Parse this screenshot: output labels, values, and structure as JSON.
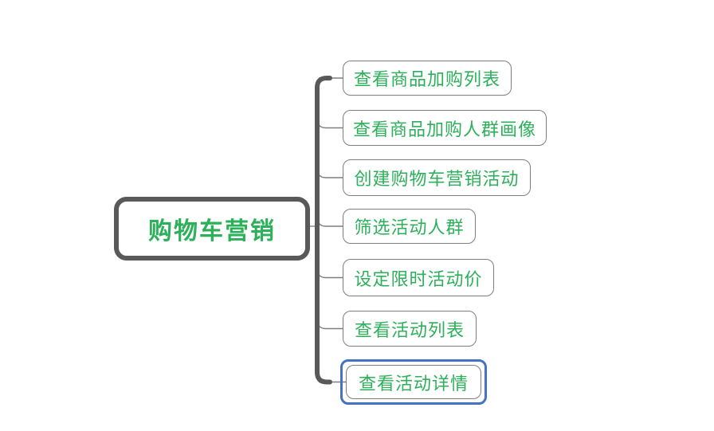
{
  "mindmap": {
    "root": {
      "label": "购物车营销"
    },
    "children": [
      {
        "label": "查看商品加购列表"
      },
      {
        "label": "查看商品加购人群画像"
      },
      {
        "label": "创建购物车营销活动"
      },
      {
        "label": "筛选活动人群"
      },
      {
        "label": "设定限时活动价"
      },
      {
        "label": "查看活动列表"
      },
      {
        "label": "查看活动详情"
      }
    ],
    "selected_child_index": 6,
    "colors": {
      "topic_text_green": "#2db05a",
      "root_border_gray": "#595959",
      "child_border_gray": "#7f7f7f",
      "connector_gray": "#7f7f7f",
      "trunk_gray": "#595959",
      "selection_blue": "#4472c4",
      "background": "#ffffff"
    }
  }
}
